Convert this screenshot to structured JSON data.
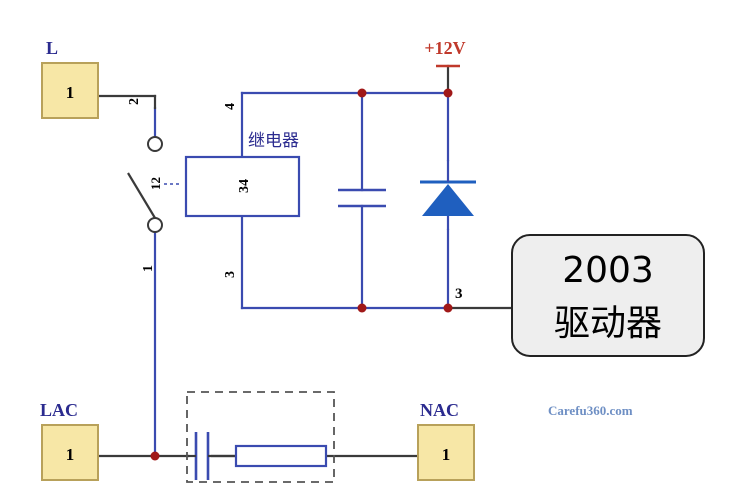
{
  "colors": {
    "wire_blue": "#3a4bb0",
    "wire_dark": "#3a3a3a",
    "label_blue": "#2b2b8f",
    "power_red": "#c0392b",
    "terminal_fill": "#f7e7a6",
    "terminal_border": "#b8a15a",
    "junction": "#a01818",
    "diode_blue": "#1f5fbf",
    "driver_fill": "#eeeeee",
    "watermark": "#6e8fc4"
  },
  "terminals": {
    "l": {
      "name": "L",
      "pin": "1"
    },
    "lac": {
      "name": "LAC",
      "pin": "1"
    },
    "nac": {
      "name": "NAC",
      "pin": "1"
    }
  },
  "power": {
    "label": "+12V"
  },
  "relay": {
    "label": "继电器",
    "coil_pins": "34",
    "pin_top": "4",
    "pin_bottom": "3",
    "switch_pin_top": "2",
    "switch_pin_mid": "12",
    "switch_pin_bottom": "1"
  },
  "driver": {
    "pin": "3",
    "line1": "2003",
    "line2": "驱动器"
  },
  "watermark": "Carefu360.com",
  "icons": {
    "capacitor": "capacitor-icon",
    "diode": "diode-icon",
    "resistor": "resistor-icon"
  }
}
